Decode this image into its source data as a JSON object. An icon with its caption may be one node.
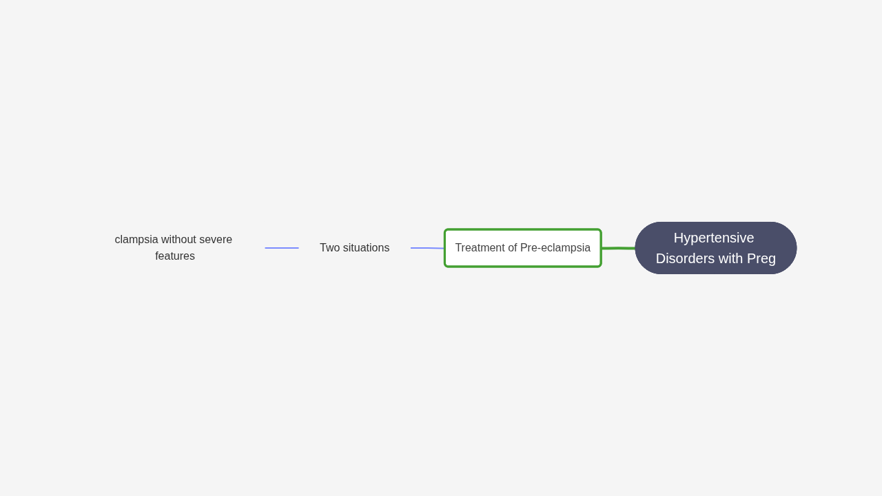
{
  "diagram": {
    "nodes": [
      {
        "text": [
          "Hypertensive Disorders with Preg"
        ]
      },
      {
        "text": [
          "Treatment of Pre-eclampsia"
        ]
      },
      {
        "text": [
          "Two situations"
        ]
      },
      {
        "text": [
          "clampsia without severe features"
        ]
      }
    ],
    "edges": [
      {
        "from": 0,
        "to": 1,
        "arrow": "none",
        "style": "thick",
        "color": "#44a032"
      },
      {
        "from": 1,
        "to": 2,
        "arrow": "none",
        "color": "#7b8cff"
      },
      {
        "from": 2,
        "to": 3,
        "arrow": "none",
        "color": "#7b8cff"
      }
    ]
  }
}
